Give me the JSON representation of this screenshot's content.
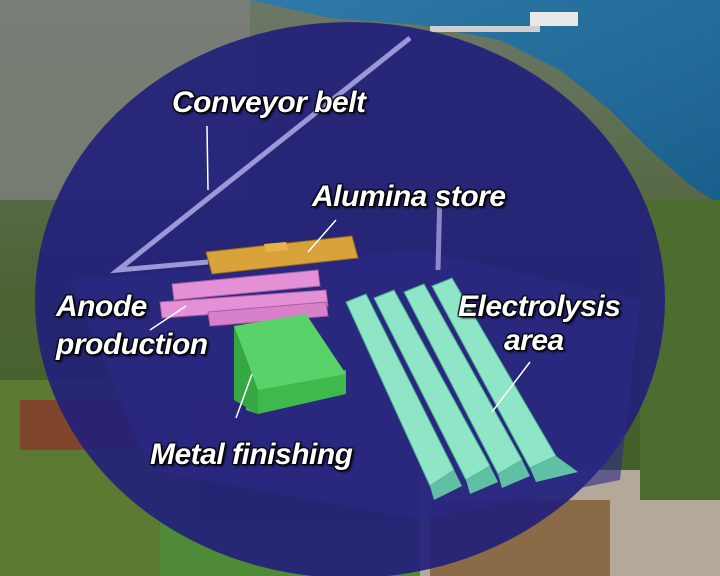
{
  "labels": {
    "conveyor_belt": "Conveyor belt",
    "alumina_store": "Alumina store",
    "anode_line1": "Anode",
    "anode_line2": "production",
    "electrolysis_line1": "Electrolysis",
    "electrolysis_line2": "area",
    "metal_finishing": "Metal finishing"
  },
  "colors": {
    "overlay": "#24207a",
    "sea": "#1e6a9a",
    "conveyor": "#9a98d8",
    "alumina": "#d9a23a",
    "anode": "#e490d6",
    "metal": "#4fcf5e",
    "electrolysis": "#8fe6c6"
  }
}
